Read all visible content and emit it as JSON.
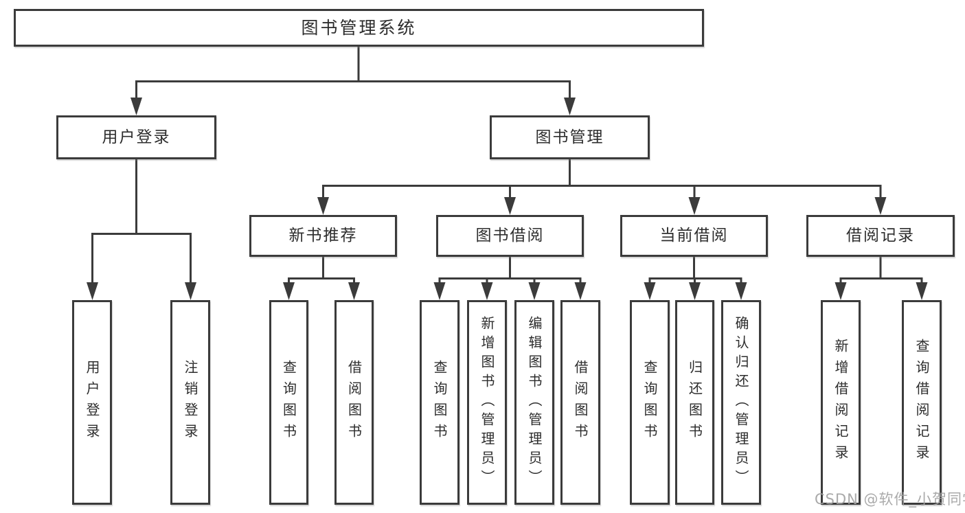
{
  "diagram": {
    "type": "hierarchy-tree",
    "orientation": "top-down"
  },
  "tree": {
    "root": {
      "label": "图书管理系统",
      "children": [
        {
          "label": "用户登录",
          "children": [
            {
              "label": "用户登录"
            },
            {
              "label": "注销登录"
            }
          ]
        },
        {
          "label": "图书管理",
          "children": [
            {
              "label": "新书推荐",
              "children": [
                {
                  "label": "查询图书"
                },
                {
                  "label": "借阅图书"
                }
              ]
            },
            {
              "label": "图书借阅",
              "children": [
                {
                  "label": "查询图书"
                },
                {
                  "label": "新增图书（管理员）"
                },
                {
                  "label": "编辑图书（管理员）"
                },
                {
                  "label": "借阅图书"
                }
              ]
            },
            {
              "label": "当前借阅",
              "children": [
                {
                  "label": "查询图书"
                },
                {
                  "label": "归还图书"
                },
                {
                  "label": "确认归还（管理员）"
                }
              ]
            },
            {
              "label": "借阅记录",
              "children": [
                {
                  "label": "新增借阅记录"
                },
                {
                  "label": "查询借阅记录"
                }
              ]
            }
          ]
        }
      ]
    }
  },
  "watermark": {
    "text": "CSDN @软件_小贺同学"
  },
  "colors": {
    "line": "#3b3b3b",
    "text": "#2d2d2d",
    "background": "#ffffff",
    "watermark": "#a3a3a3"
  }
}
